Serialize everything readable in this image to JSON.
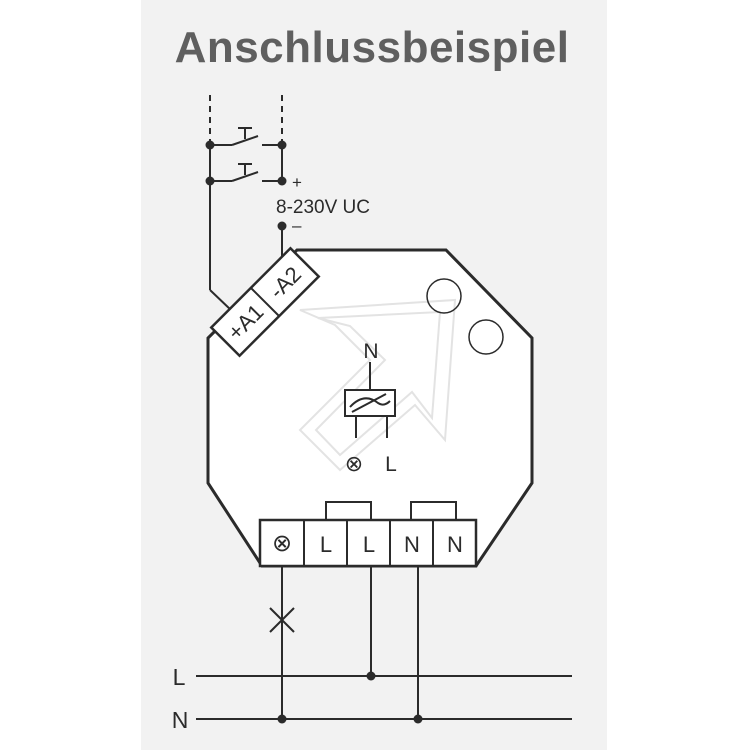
{
  "title": "Anschlussbeispiel",
  "supply": {
    "voltage_label": "8-230V UC",
    "plus_sign": "+",
    "minus_sign": "–"
  },
  "terminals_top": {
    "a1": "+A1",
    "a2": "-A2"
  },
  "device_symbol": {
    "neutral_label": "N",
    "lamp_glyph": "⊗",
    "line_label": "L"
  },
  "terminal_block": {
    "lamp_glyph": "⊗",
    "cells": [
      "L",
      "L",
      "N",
      "N"
    ]
  },
  "mains": {
    "line_label": "L",
    "neutral_label": "N"
  },
  "colors": {
    "panel_bg": "#f2f2f2",
    "stroke": "#2b2b2b",
    "title": "#5f5f5f",
    "watermark": "#ffffff"
  }
}
